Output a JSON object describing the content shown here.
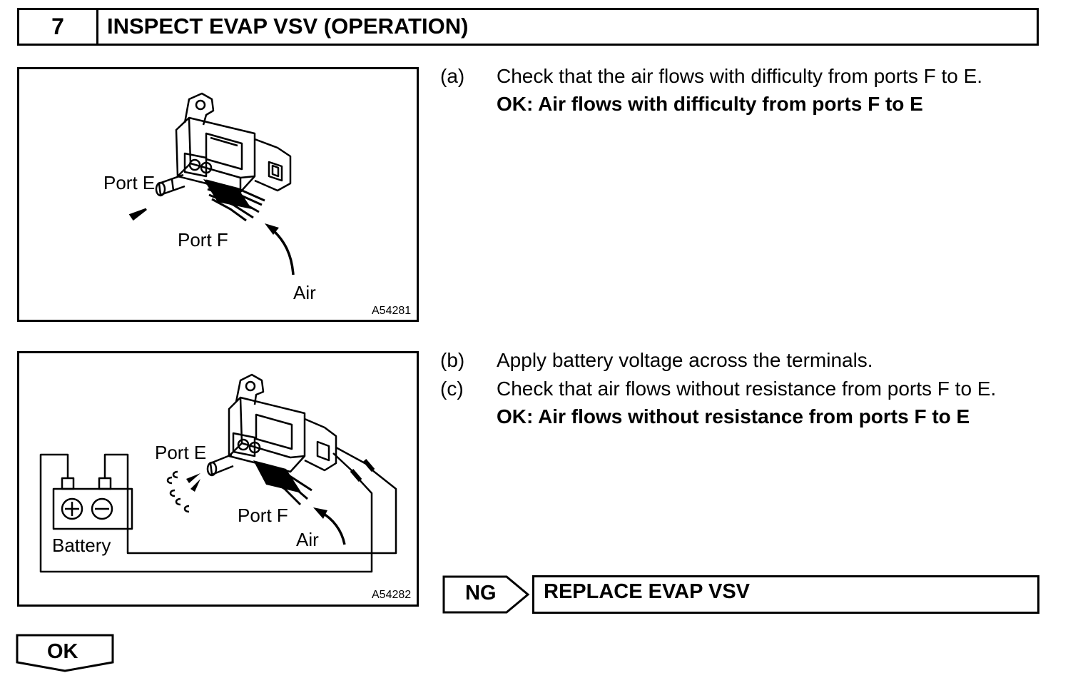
{
  "step": {
    "number": "7",
    "title": "INSPECT EVAP VSV (OPERATION)"
  },
  "figure1": {
    "label_port_e": "Port E",
    "label_port_f": "Port F",
    "label_air": "Air",
    "code": "A54281"
  },
  "figure2": {
    "label_port_e": "Port E",
    "label_port_f": "Port F",
    "label_air": "Air",
    "label_battery": "Battery",
    "code": "A54282"
  },
  "instructions": {
    "a_letter": "(a)",
    "a_text": "Check that the air flows with difficulty from ports F to E.",
    "a_ok": "OK: Air flows with difficulty from ports F to E",
    "b_letter": "(b)",
    "b_text": "Apply battery voltage across the terminals.",
    "c_letter": "(c)",
    "c_text": "Check that air flows without resistance from ports F to E.",
    "c_ok": "OK: Air flows without resistance from ports F to E"
  },
  "ng": {
    "label": "NG",
    "action": "REPLACE EVAP VSV"
  },
  "ok_button": {
    "label": "OK"
  }
}
